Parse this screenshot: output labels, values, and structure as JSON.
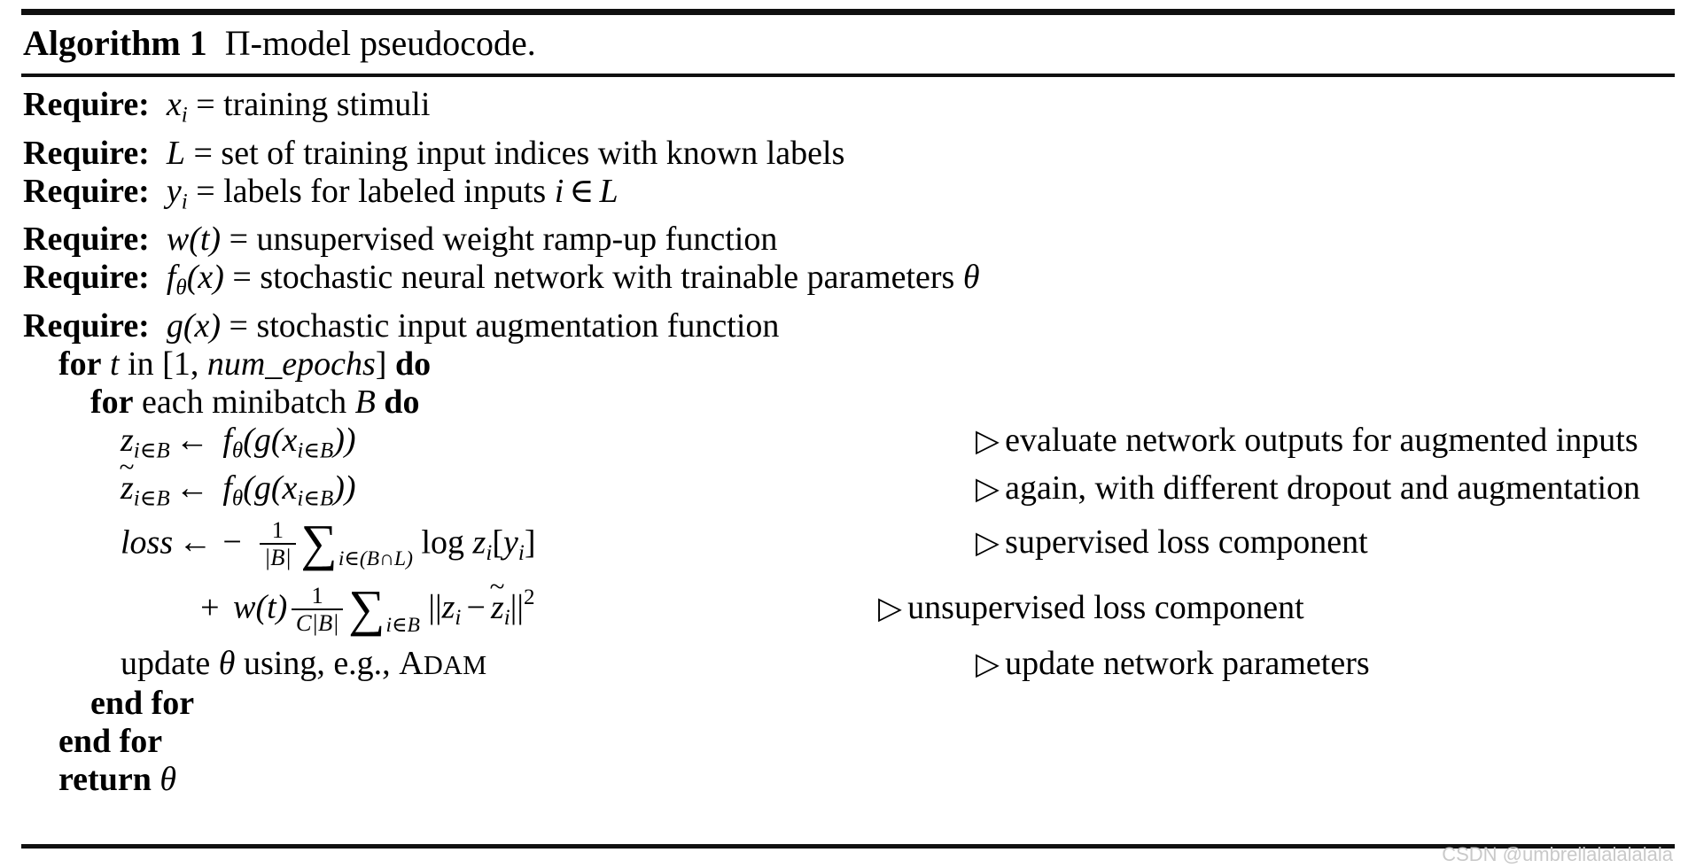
{
  "caption": {
    "label": "Algorithm 1",
    "title": "Π-model pseudocode."
  },
  "keywords": {
    "require": "Require:",
    "for": "for",
    "in": "in",
    "do": "do",
    "end_for": "end for",
    "return": "return",
    "each_minibatch": "each minibatch",
    "update": "update",
    "using": "using, e.g.,",
    "adam_first": "A",
    "adam_rest": "DAM",
    "log": "log",
    "loss": "loss"
  },
  "symbols": {
    "x": "x",
    "y": "y",
    "z": "z",
    "w": "w",
    "f": "f",
    "g": "g",
    "t": "t",
    "i": "i",
    "B": "B",
    "L": "L",
    "C": "C",
    "theta": "θ",
    "arrow": "←",
    "in_set": "∈",
    "intersect": "∩",
    "sigma": "∑",
    "minus": "−",
    "plus": "+",
    "equals": "=",
    "triangle": "▷",
    "tilde": "~",
    "one": "1",
    "two": "2",
    "num_epochs": "num_epochs",
    "bracket_open": "[",
    "bracket_close": "]",
    "paren_open": "(",
    "paren_close": ")",
    "bar": "|",
    "norm": "||",
    "comma": ",",
    "i_in_B": "i∈B",
    "i_in_BL": "i∈(B∩L)"
  },
  "requires": [
    {
      "id": "require-xi",
      "text": "xᵢ = training stimuli"
    },
    {
      "id": "require-L",
      "text": "L = set of training input indices with known labels"
    },
    {
      "id": "require-yi",
      "text": "yᵢ = labels for labeled inputs i ∈ L"
    },
    {
      "id": "require-wt",
      "text": "w(t) = unsupervised weight ramp-up function"
    },
    {
      "id": "require-ftheta",
      "text": "fθ(x) = stochastic neural network with trainable parameters θ"
    },
    {
      "id": "require-gx",
      "text": "g(x) = stochastic input augmentation function"
    }
  ],
  "require_text": {
    "stimuli": "= training stimuli",
    "set_of": "= set of training input indices with known labels",
    "labels_for": "= labels for labeled inputs",
    "ramp_up": "= unsupervised weight ramp-up function",
    "stochastic_net": "= stochastic neural network with trainable parameters",
    "stochastic_aug": "= stochastic input augmentation function"
  },
  "comments": [
    {
      "id": "comment-evaluate",
      "text": "evaluate network outputs for augmented inputs"
    },
    {
      "id": "comment-again",
      "text": "again, with different dropout and augmentation"
    },
    {
      "id": "comment-supervised",
      "text": "supervised loss component"
    },
    {
      "id": "comment-unsupervised",
      "text": "unsupervised loss component"
    },
    {
      "id": "comment-update",
      "text": "update network parameters"
    }
  ],
  "watermark": "CSDN @umbrellalalalalala",
  "colors": {
    "text": "#000000",
    "rule": "#101010",
    "background": "#ffffff",
    "watermark": "#c9c9c9"
  }
}
